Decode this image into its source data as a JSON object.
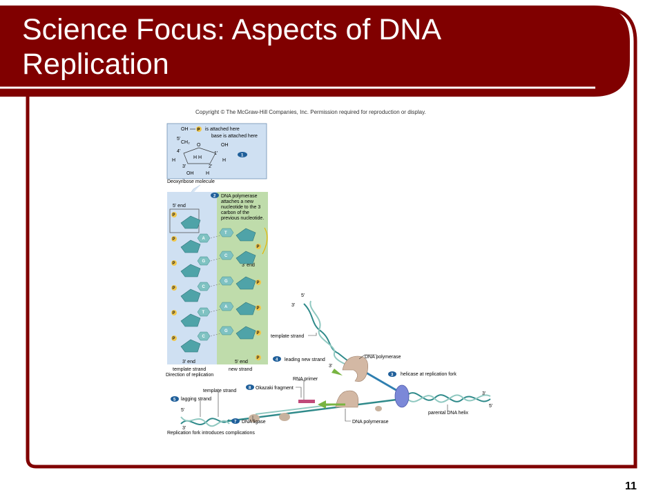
{
  "slide": {
    "title": "Science Focus: Aspects of DNA Replication",
    "copyright": "Copyright © The McGraw-Hill Companies, Inc. Permission required for reproduction or display.",
    "page_number": "11",
    "colors": {
      "banner": "#800000",
      "white": "#ffffff"
    }
  },
  "deoxyribose": {
    "oh_top": "OH",
    "p": "P",
    "p_note": "is attached here",
    "base_note": "base is attached here",
    "c5": "5'",
    "ch2": "CH₂",
    "o_ring": "O",
    "oh_right": "OH",
    "c4": "4'",
    "c1": "1'",
    "h_left": "H",
    "hh": "H H",
    "h_right": "H",
    "c3": "3'",
    "c2": "2'",
    "oh_bottom": "OH",
    "h_bottom": "H",
    "step": "1",
    "caption": "Deoxyribose molecule"
  },
  "strands": {
    "step": "2",
    "note_lines": [
      "DNA polymerase",
      "attaches a new",
      "nucleotide to the 3",
      "carbon of the",
      "previous nucleotide."
    ],
    "five_end_top": "5' end",
    "three_end_mid": "3' end",
    "three_end_bottom": "3' end",
    "five_end_bottom": "5' end",
    "template_label": "template strand",
    "new_label": "new strand",
    "caption": "Direction of replication",
    "template_bases": [
      "A",
      "G",
      "C",
      "T",
      "C"
    ],
    "new_bases": [
      "T",
      "C",
      "G",
      "A",
      "G"
    ],
    "p": "P"
  },
  "fork": {
    "five_prime_top": "5'",
    "three_prime_top": "3'",
    "template_strand_upper": "template strand",
    "step4": "4",
    "leading": "leading new strand",
    "three_prime_mid": "3'",
    "dna_polymerase_top": "DNA polymerase",
    "step3": "3",
    "helicase": "helicase at replication fork",
    "rna_primer": "RNA primer",
    "step8": "8",
    "okazaki": "Okazaki fragment",
    "template_strand_lower": "template strand",
    "step5": "5",
    "lagging": "lagging strand",
    "five_prime_left": "5'",
    "three_prime_left": "3'",
    "step7": "7",
    "ligase": "DNA ligase",
    "dna_polymerase_bottom": "DNA polymerase",
    "parental": "parental DNA helix",
    "three_prime_right": "3'",
    "five_prime_right": "5'",
    "caption": "Replication fork introduces complications"
  }
}
